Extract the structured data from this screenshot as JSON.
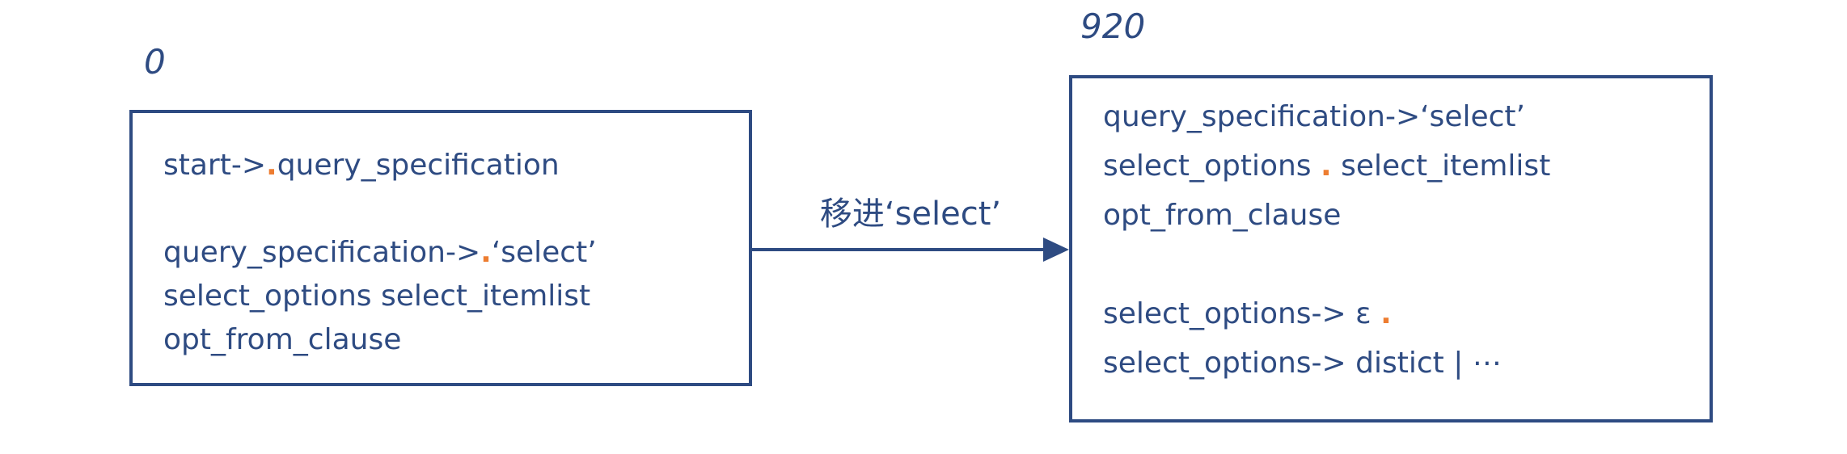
{
  "diagram": {
    "kind": "lr-parser-state-transition",
    "colors": {
      "ink": "#2e4b82",
      "accent_dot": "#ed7d31",
      "background": "#ffffff"
    },
    "states": [
      {
        "label": "0",
        "items": [
          {
            "segments": [
              {
                "text": "start->"
              },
              {
                "text": ".",
                "accent": true
              },
              {
                "text": "query_specification"
              }
            ]
          },
          {
            "segments": [
              {
                "text": "query_specification->"
              },
              {
                "text": ".",
                "accent": true
              },
              {
                "text": "‘select’"
              }
            ]
          },
          {
            "segments": [
              {
                "text": "select_options select_itemlist"
              }
            ]
          },
          {
            "segments": [
              {
                "text": "opt_from_clause"
              }
            ]
          }
        ]
      },
      {
        "label": "920",
        "items": [
          {
            "segments": [
              {
                "text": "query_specification->‘select’"
              }
            ]
          },
          {
            "segments": [
              {
                "text": "select_options "
              },
              {
                "text": ".",
                "accent": true
              },
              {
                "text": " select_itemlist"
              }
            ]
          },
          {
            "segments": [
              {
                "text": "opt_from_clause"
              }
            ]
          },
          {
            "segments": [
              {
                "text": "select_options-> ε "
              },
              {
                "text": ".",
                "accent": true
              }
            ]
          },
          {
            "segments": [
              {
                "text": "select_options-> distict | ⋯"
              }
            ]
          }
        ]
      }
    ],
    "transition": {
      "from": "0",
      "to": "920",
      "label": "移进‘select’"
    }
  }
}
